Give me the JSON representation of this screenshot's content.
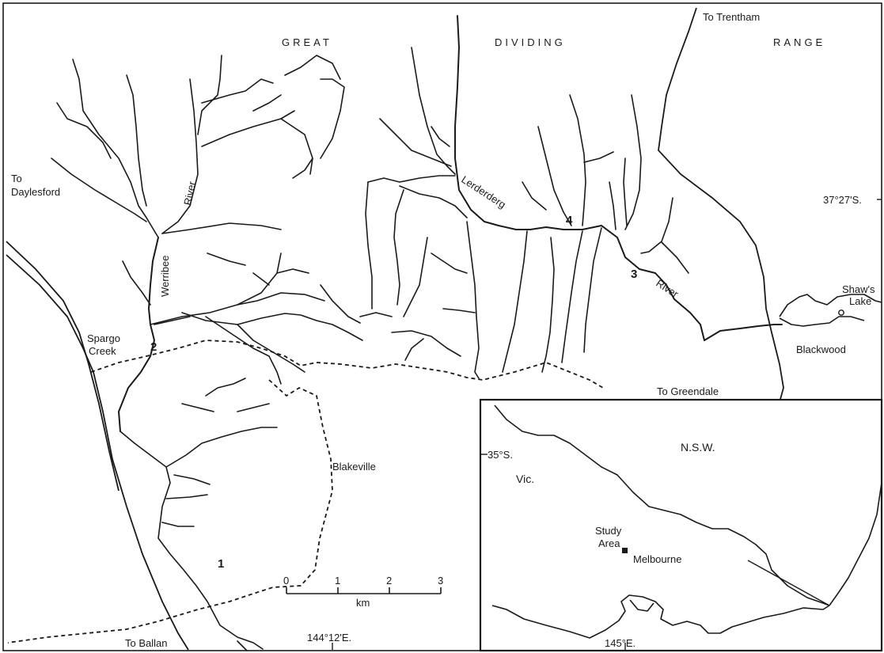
{
  "map": {
    "range_words": [
      "GREAT",
      "DIVIDING",
      "RANGE"
    ],
    "places": {
      "to_trentham": "To Trentham",
      "to_daylesford_1": "To",
      "to_daylesford_2": "Daylesford",
      "spargo_1": "Spargo",
      "spargo_2": "Creek",
      "blakeville": "Blakeville",
      "blackwood": "Blackwood",
      "shaws_lake_1": "Shaw's",
      "shaws_lake_2": "Lake",
      "to_greendale": "To  Greendale",
      "to_ballan": "To  Ballan"
    },
    "rivers": {
      "werribee": "Werribee",
      "werribee_river": "River",
      "lerderderg": "Lerderderg",
      "lerderderg_river": "River"
    },
    "sites": [
      "1",
      "2",
      "3",
      "4"
    ],
    "coordinates": {
      "latitude": "37°27'S.",
      "longitude": "144°12'E."
    },
    "scale": {
      "ticks": [
        "0",
        "1",
        "2",
        "3"
      ],
      "unit": "km"
    }
  },
  "inset": {
    "nsw": "N.S.W.",
    "vic": "Vic.",
    "lat": "35°S.",
    "lon": "145°E.",
    "study_area_1": "Study",
    "study_area_2": "Area",
    "melbourne": "Melbourne"
  }
}
